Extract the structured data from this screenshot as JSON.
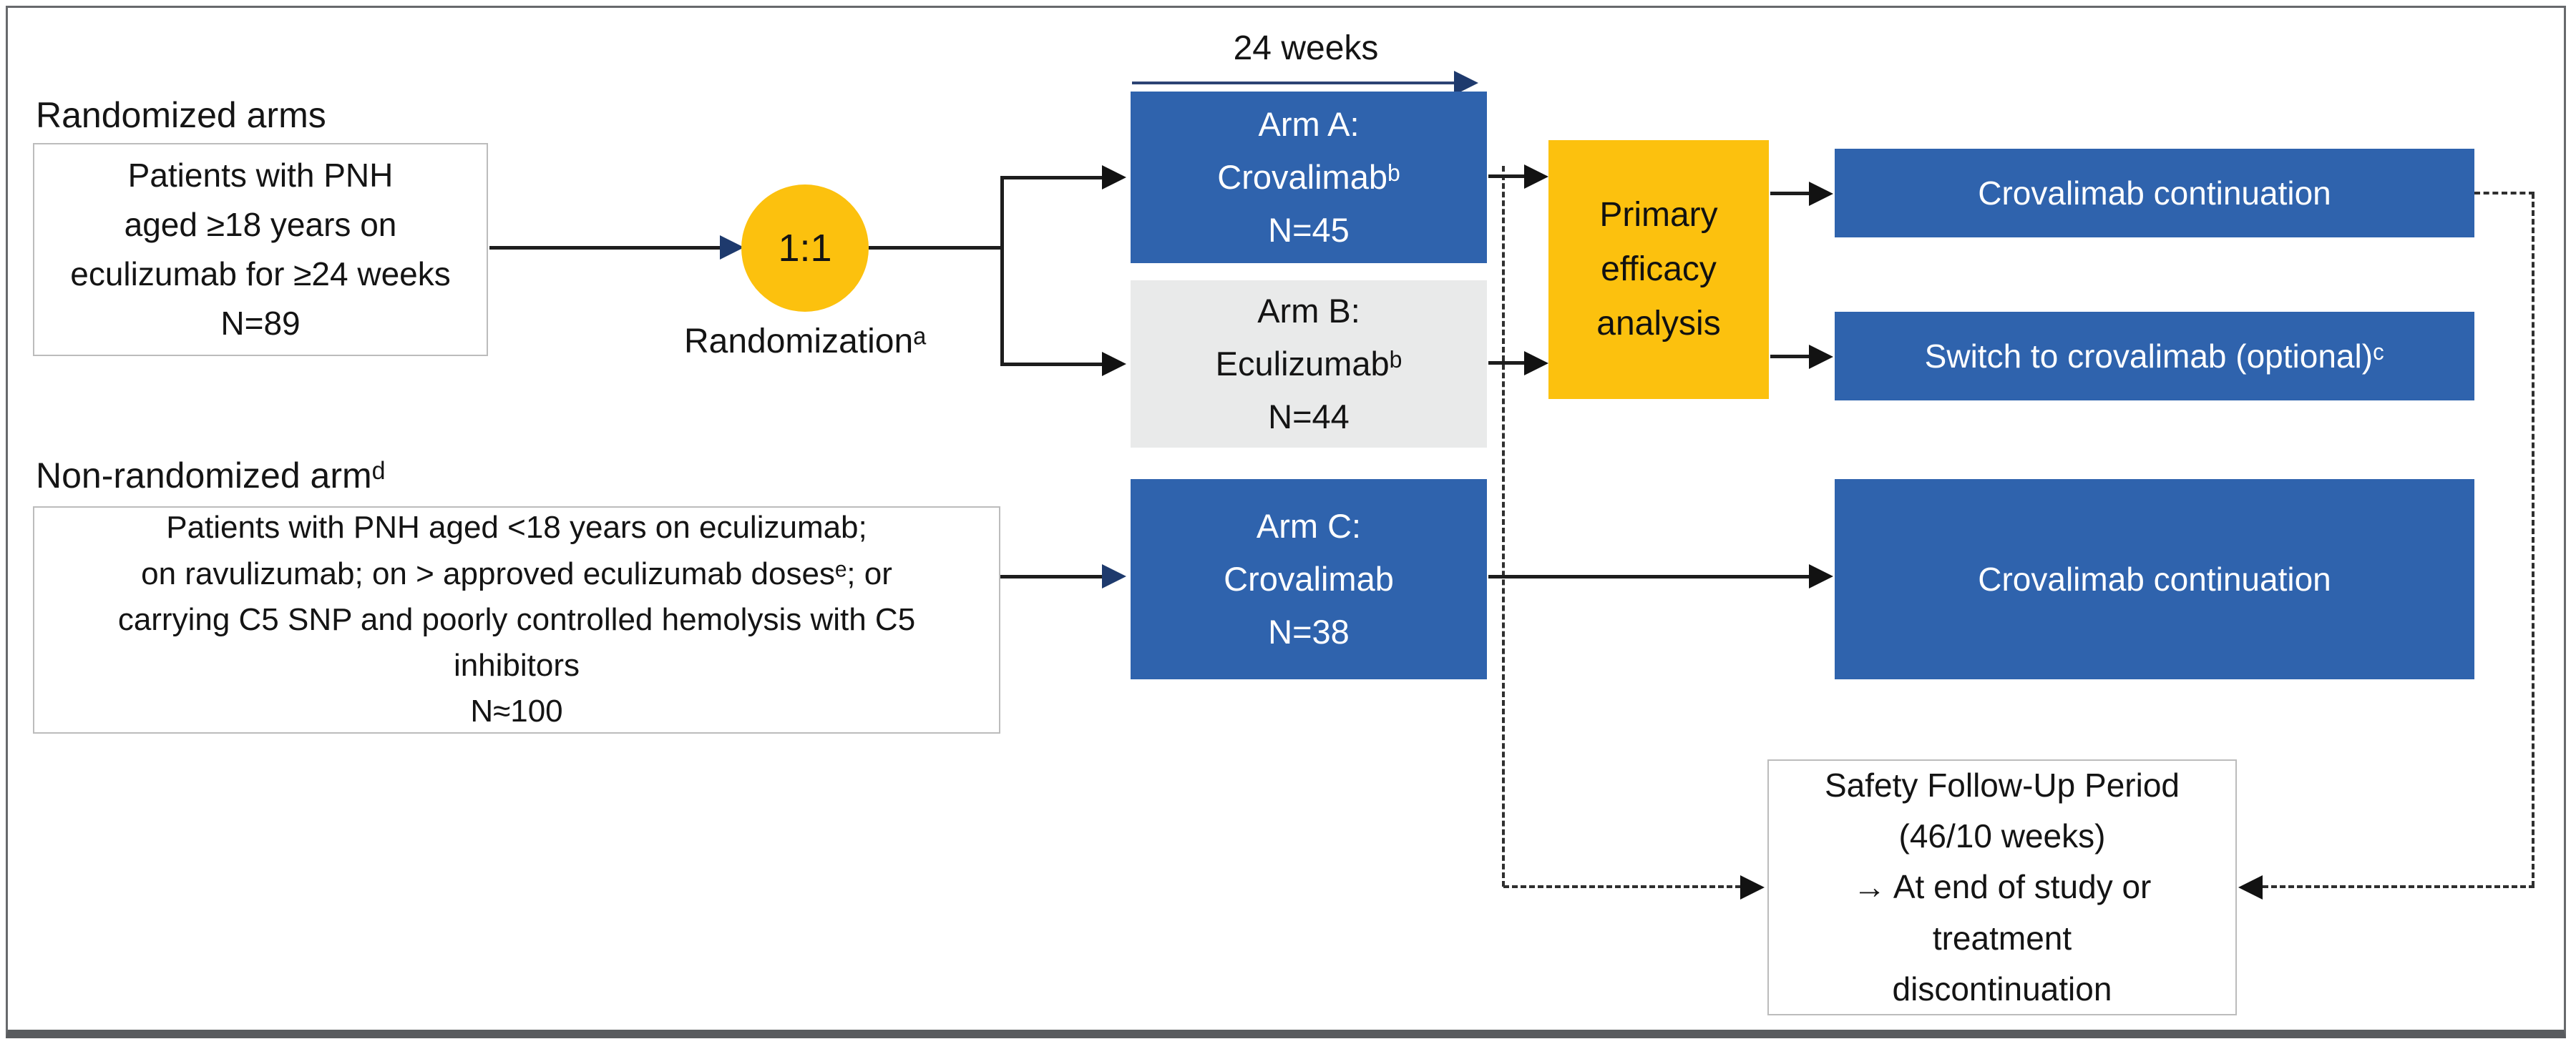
{
  "diagram": {
    "randomized": {
      "section_label": "Randomized arms",
      "eligibility": "Patients with PNH\naged ≥18 years on\neculizumab for ≥24 weeks\nN=89",
      "randomization_ratio": "1:1",
      "randomization_label": "Randomizationᵃ",
      "duration_label": "24 weeks",
      "arm_a": "Arm A:\nCrovalimabᵇ\nN=45",
      "arm_b": "Arm B:\nEculizumabᵇ\nN=44"
    },
    "nonrandomized": {
      "section_label": "Non-randomized armᵈ",
      "eligibility": "Patients with PNH aged <18 years on eculizumab;\non ravulizumab; on > approved eculizumab dosesᵉ; or\ncarrying C5 SNP and poorly controlled hemolysis with C5\ninhibitors\nN≈100",
      "arm_c": "Arm C:\nCrovalimab\nN=38"
    },
    "analysis": {
      "primary_label": "Primary\nefficacy\nanalysis"
    },
    "outcomes": {
      "arm_a_outcome": "Crovalimab continuation",
      "arm_b_outcome": "Switch to crovalimab (optional)ᶜ",
      "arm_c_outcome": "Crovalimab continuation"
    },
    "safety_followup": {
      "text": "Safety Follow-Up Period\n(46/10 weeks)\n→ At end of study or\ntreatment\ndiscontinuation"
    },
    "colors": {
      "arm_blue": "#2f63ad",
      "accent_yellow": "#fcc10e",
      "arm_gray": "#e9eaea",
      "navy_arrowhead": "#1e3a6d",
      "line_black": "#1d1d1d",
      "box_border_gray": "#bcbcbc",
      "frame_gray": "#67696c"
    }
  }
}
